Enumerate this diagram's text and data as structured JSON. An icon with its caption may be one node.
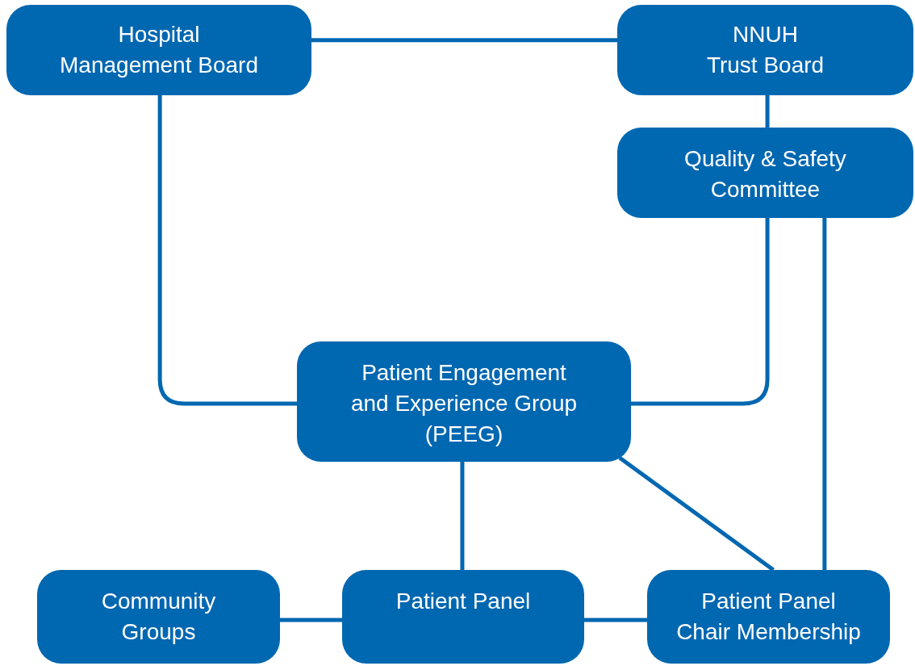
{
  "diagram": {
    "nodes": [
      {
        "text": [
          "Hospital Management Board"
        ]
      },
      {
        "text": [
          "NNUH Trust Board"
        ]
      },
      {
        "text": [
          "Quality & Safety Committee"
        ]
      },
      {
        "text": [
          "Patient Engagement and Experience Group (PEEG)"
        ]
      },
      {
        "text": [
          "Community Groups"
        ]
      },
      {
        "text": [
          "Patient Panel"
        ]
      },
      {
        "text": [
          "Patient Panel Chair Membership"
        ]
      }
    ],
    "edges": [
      {
        "from": 0,
        "to": 1,
        "arrow": "none"
      },
      {
        "from": 1,
        "to": 2,
        "arrow": "none"
      },
      {
        "from": 0,
        "to": 3,
        "arrow": "none"
      },
      {
        "from": 2,
        "to": 3,
        "arrow": "none"
      },
      {
        "from": 2,
        "to": 6,
        "arrow": "none"
      },
      {
        "from": 3,
        "to": 5,
        "arrow": "none"
      },
      {
        "from": 3,
        "to": 6,
        "arrow": "none"
      },
      {
        "from": 4,
        "to": 5,
        "arrow": "none"
      },
      {
        "from": 5,
        "to": 6,
        "arrow": "none"
      }
    ]
  }
}
